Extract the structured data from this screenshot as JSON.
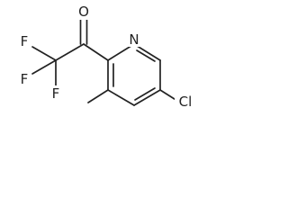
{
  "molecule": {
    "atom_labels": {
      "oxygen": "O",
      "nitrogen": "N",
      "fluorine_1": "F",
      "fluorine_2": "F",
      "fluorine_3": "F",
      "chlorine": "Cl"
    }
  }
}
